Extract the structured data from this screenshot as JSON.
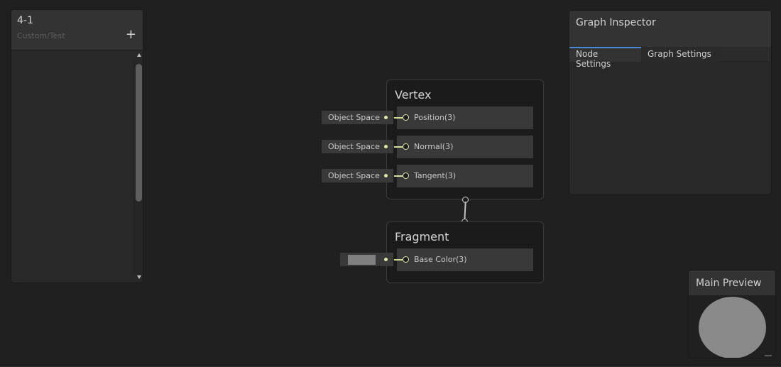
{
  "blackboard": {
    "title": "4-1",
    "subtitle": "Custom/Test",
    "add_label": "+"
  },
  "vertex_node": {
    "title": "Vertex",
    "slots": [
      {
        "label": "Position(3)",
        "input": "Object Space"
      },
      {
        "label": "Normal(3)",
        "input": "Object Space"
      },
      {
        "label": "Tangent(3)",
        "input": "Object Space"
      }
    ]
  },
  "fragment_node": {
    "title": "Fragment",
    "slots": [
      {
        "label": "Base Color(3)",
        "input_color": "#808080"
      }
    ]
  },
  "inspector": {
    "title": "Graph Inspector",
    "tabs": [
      {
        "label": "Node Settings",
        "active": true
      },
      {
        "label": "Graph Settings",
        "active": false
      }
    ]
  },
  "preview": {
    "title": "Main Preview",
    "shape": "sphere"
  },
  "colors": {
    "accent": "#4a8ad4",
    "wire": "#d6dd9a",
    "background": "#202020"
  }
}
